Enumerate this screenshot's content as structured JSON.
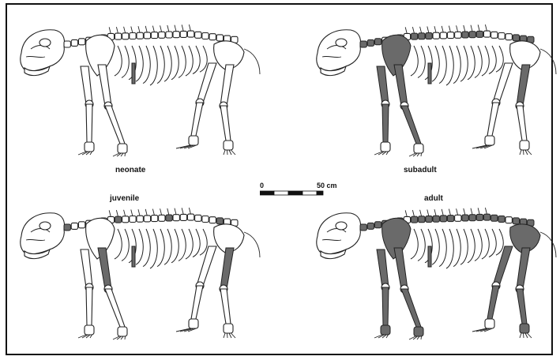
{
  "panels": [
    {
      "key": "neonate",
      "label": "neonate",
      "fill_level": 0.2
    },
    {
      "key": "subadult",
      "label": "subadult",
      "fill_level": 0.55
    },
    {
      "key": "juvenile",
      "label": "juvenile",
      "fill_level": 0.35
    },
    {
      "key": "adult",
      "label": "adult",
      "fill_level": 0.8
    }
  ],
  "scale_bar": {
    "start_label": "0",
    "end_label": "50 cm"
  },
  "colors": {
    "ossified_bone": "#6a6a6a",
    "bone_outline": "#222222",
    "background": "#ffffff"
  }
}
